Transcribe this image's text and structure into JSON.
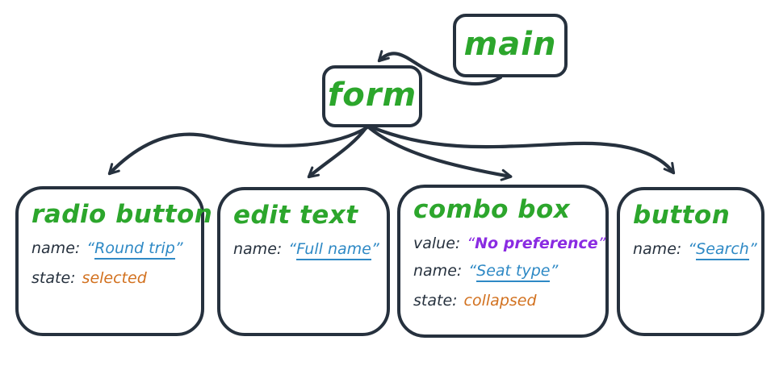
{
  "colors": {
    "ink": "#26313e",
    "green": "#2ca62c",
    "blue": "#2e89c5",
    "purple": "#8a2be2",
    "orange": "#d2711f",
    "paper": "#ffffff"
  },
  "punct": {
    "open_quote": "“",
    "close_quote": "”"
  },
  "nodes": {
    "main": {
      "label": "main"
    },
    "form": {
      "label": "form"
    },
    "children": [
      {
        "id": "radio-button",
        "label": "radio button",
        "rows": [
          {
            "key": "name:",
            "value": "Round trip"
          },
          {
            "key": "state:",
            "value": "selected"
          }
        ]
      },
      {
        "id": "edit-text",
        "label": "edit text",
        "rows": [
          {
            "key": "name:",
            "value": "Full name"
          }
        ]
      },
      {
        "id": "combo-box",
        "label": "combo box",
        "rows": [
          {
            "key": "value:",
            "value": "No preference"
          },
          {
            "key": "name:",
            "value": "Seat type"
          },
          {
            "key": "state:",
            "value": "collapsed"
          }
        ]
      },
      {
        "id": "button",
        "label": "button",
        "rows": [
          {
            "key": "name:",
            "value": "Search"
          }
        ]
      }
    ]
  },
  "edges": [
    {
      "from": "main",
      "to": "form"
    },
    {
      "from": "form",
      "to": "radio-button"
    },
    {
      "from": "form",
      "to": "edit-text"
    },
    {
      "from": "form",
      "to": "combo-box"
    },
    {
      "from": "form",
      "to": "button"
    }
  ]
}
